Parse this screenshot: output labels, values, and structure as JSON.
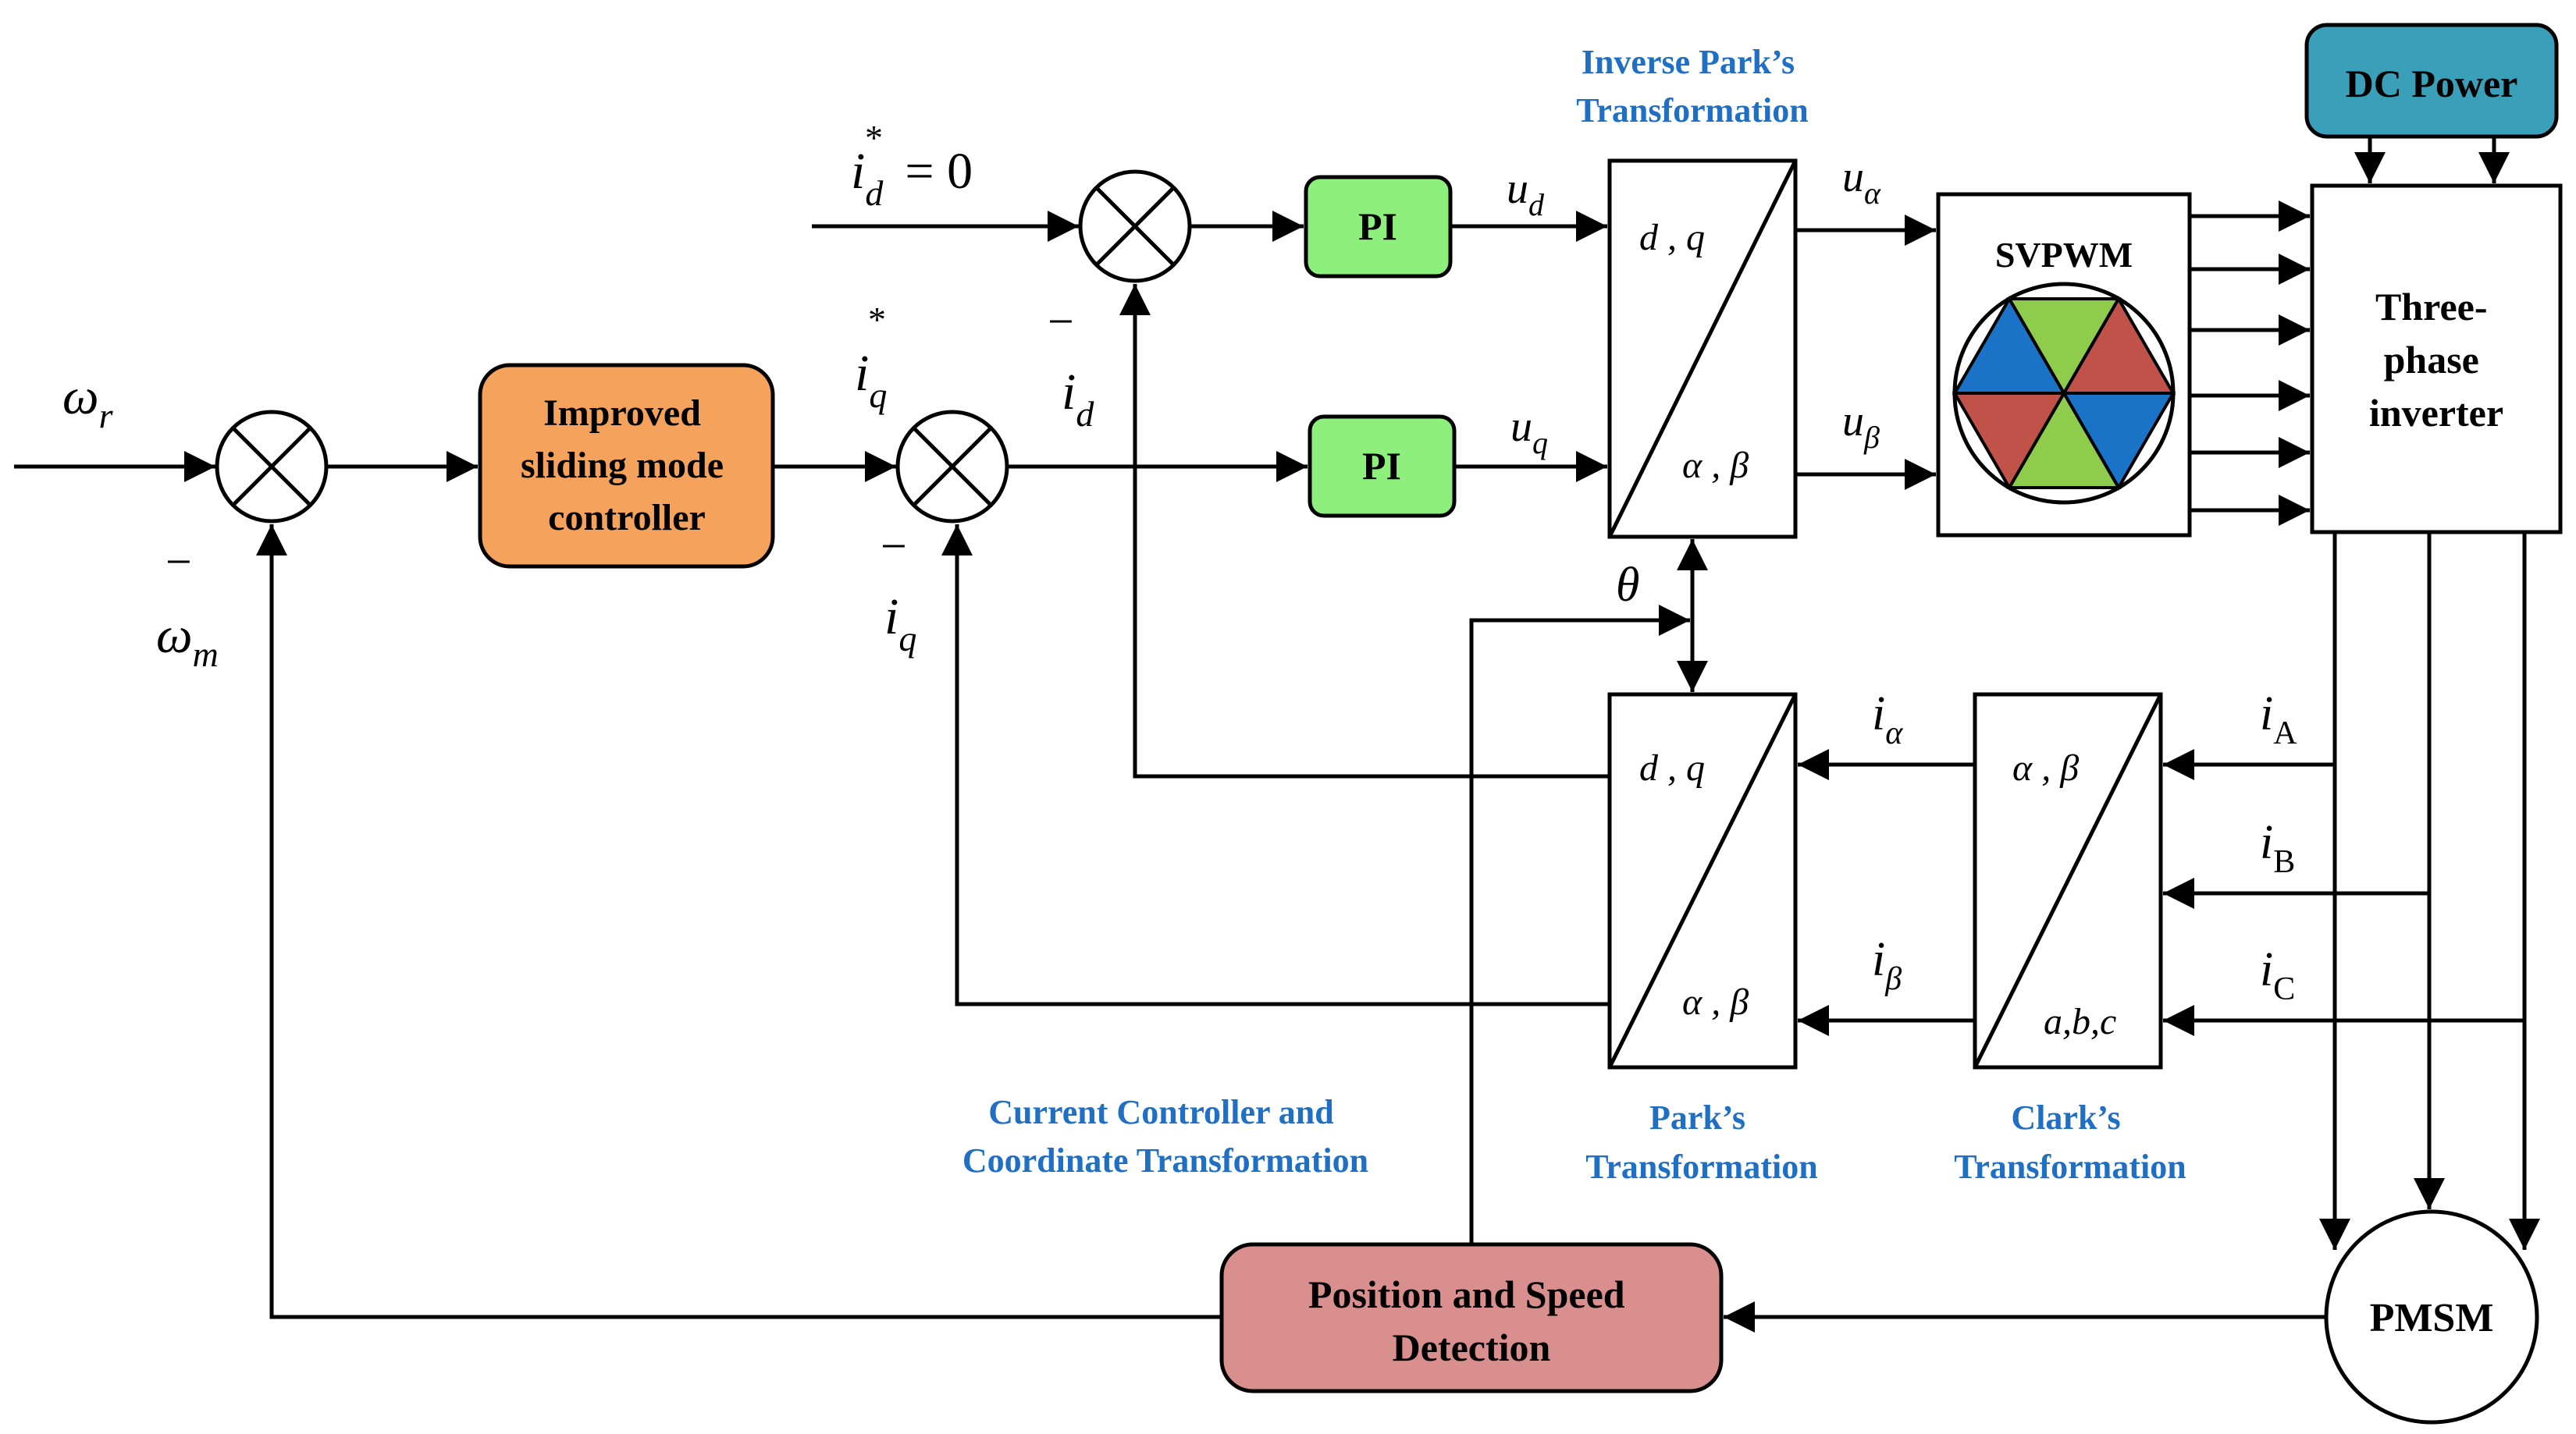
{
  "colors": {
    "line": "#000000",
    "pi_fill": "#8ef07c",
    "smc_fill": "#f4a25c",
    "dc_fill": "#3a9fb8",
    "pos_fill": "#d88f8d",
    "caption": "#1f6fc4",
    "hex_blue": "#1b73c7",
    "hex_green": "#8fcc4b",
    "hex_red": "#c0524a"
  },
  "blocks": {
    "smc": [
      "Improved",
      "sliding mode",
      "controller"
    ],
    "pi_d": "PI",
    "pi_q": "PI",
    "svpwm": "SVPWM",
    "dc_power": "DC Power",
    "inverter": [
      "Three-",
      "phase",
      "inverter"
    ],
    "pmsm": "PMSM",
    "position": [
      "Position and Speed",
      "Detection"
    ],
    "inv_park": {
      "top": "d , q",
      "bottom": "α , β"
    },
    "park": {
      "top": "d , q",
      "bottom": "α , β"
    },
    "clark": {
      "top": "α , β",
      "bottom": "a,b,c"
    }
  },
  "captions": {
    "inverse_park": [
      "Inverse Park’s",
      "Transformation"
    ],
    "park": [
      "Park’s",
      "Transformation"
    ],
    "clark": [
      "Clark’s",
      "Transformation"
    ],
    "current_ctrl": [
      "Current Controller and",
      "Coordinate Transformation"
    ]
  },
  "signals": {
    "omega_r": {
      "base": "ω",
      "sub": "r"
    },
    "omega_m": {
      "base": "ω",
      "sub": "m"
    },
    "id_ref": {
      "base": "i",
      "sup": "*",
      "sub": "d",
      "tail": "= 0"
    },
    "iq_ref": {
      "base": "i",
      "sup": "*",
      "sub": "q"
    },
    "id": {
      "base": "i",
      "sub": "d"
    },
    "iq": {
      "base": "i",
      "sub": "q"
    },
    "ud": {
      "base": "u",
      "sub": "d"
    },
    "uq": {
      "base": "u",
      "sub": "q"
    },
    "ualpha": {
      "base": "u",
      "sub": "α"
    },
    "ubeta": {
      "base": "u",
      "sub": "β"
    },
    "ialpha": {
      "base": "i",
      "sub": "α"
    },
    "ibeta": {
      "base": "i",
      "sub": "β"
    },
    "iA": {
      "base": "i",
      "sub": "A"
    },
    "iB": {
      "base": "i",
      "sub": "B"
    },
    "iC": {
      "base": "i",
      "sub": "C"
    },
    "theta": "θ",
    "minus": "−"
  }
}
